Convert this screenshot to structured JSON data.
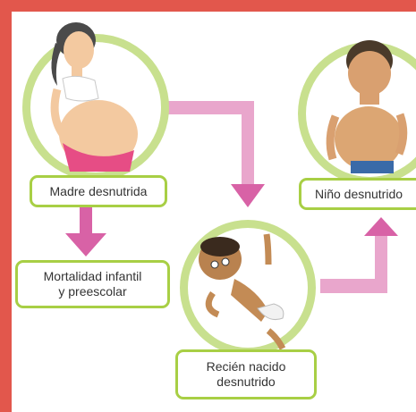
{
  "diagram": {
    "nodes": {
      "mother": {
        "label": "Madre desnutrida"
      },
      "mortality": {
        "label": "Mortalidad infantil\ny preescolar"
      },
      "newborn": {
        "label": "Recién nacido\ndesnutrido"
      },
      "child": {
        "label": "Niño desnutrido"
      }
    },
    "colors": {
      "border": "#e2574c",
      "ring_green": "#a8cf45",
      "arrow_pink": "#d862a6",
      "arrow_light_pink": "#e9a6cc"
    }
  }
}
